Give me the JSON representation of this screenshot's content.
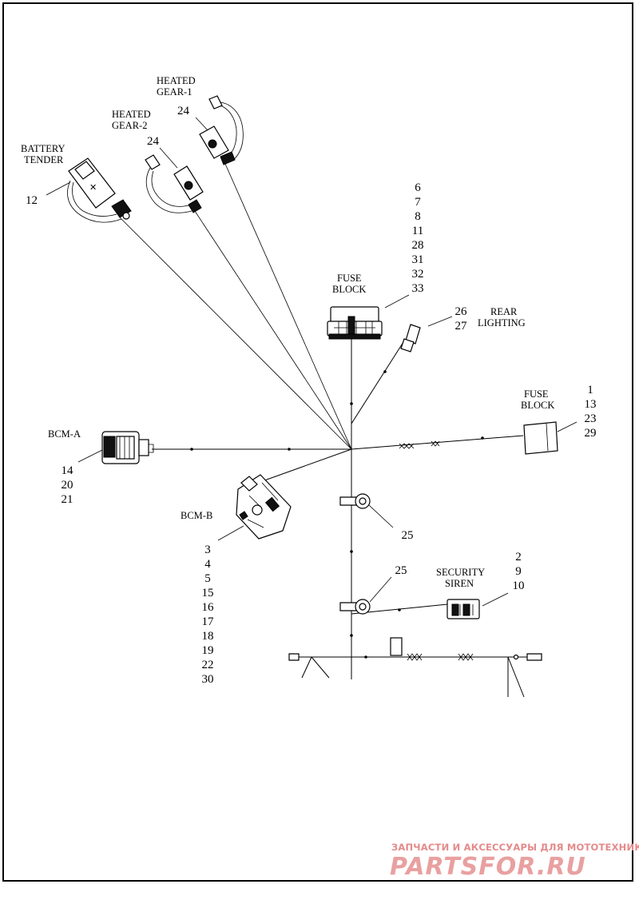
{
  "labels": {
    "heated_gear_1": [
      "HEATED",
      "GEAR-1"
    ],
    "heated_gear_2": [
      "HEATED",
      "GEAR-2"
    ],
    "battery_tender": [
      "BATTERY",
      "TENDER"
    ],
    "fuse_block_main": [
      "FUSE",
      "BLOCK"
    ],
    "rear_lighting": [
      "REAR",
      "LIGHTING"
    ],
    "fuse_block_aux": [
      "FUSE",
      "BLOCK"
    ],
    "bcm_a": "BCM-A",
    "bcm_b": "BCM-B",
    "security_siren": [
      "SECURITY",
      "SIREN"
    ]
  },
  "callouts": {
    "heated_gear_1": [
      "24"
    ],
    "heated_gear_2": [
      "24"
    ],
    "battery_tender": [
      "12"
    ],
    "fuse_block_main": [
      "6",
      "7",
      "8",
      "11",
      "28",
      "31",
      "32",
      "33"
    ],
    "rear_lighting": [
      "26",
      "27"
    ],
    "fuse_block_aux": [
      "1",
      "13",
      "23",
      "29"
    ],
    "bcm_a": [
      "14",
      "20",
      "21"
    ],
    "bcm_b": [
      "3",
      "4",
      "5",
      "15",
      "16",
      "17",
      "18",
      "19",
      "22",
      "30"
    ],
    "clip_upper": [
      "25"
    ],
    "clip_lower": [
      "25"
    ],
    "security_siren": [
      "2",
      "9",
      "10"
    ]
  },
  "watermark": {
    "tagline": "ЗАПЧАСТИ И АКСЕССУАРЫ ДЛЯ МОТОТЕХНИКИ",
    "brand": "PARTSFOR.RU"
  }
}
